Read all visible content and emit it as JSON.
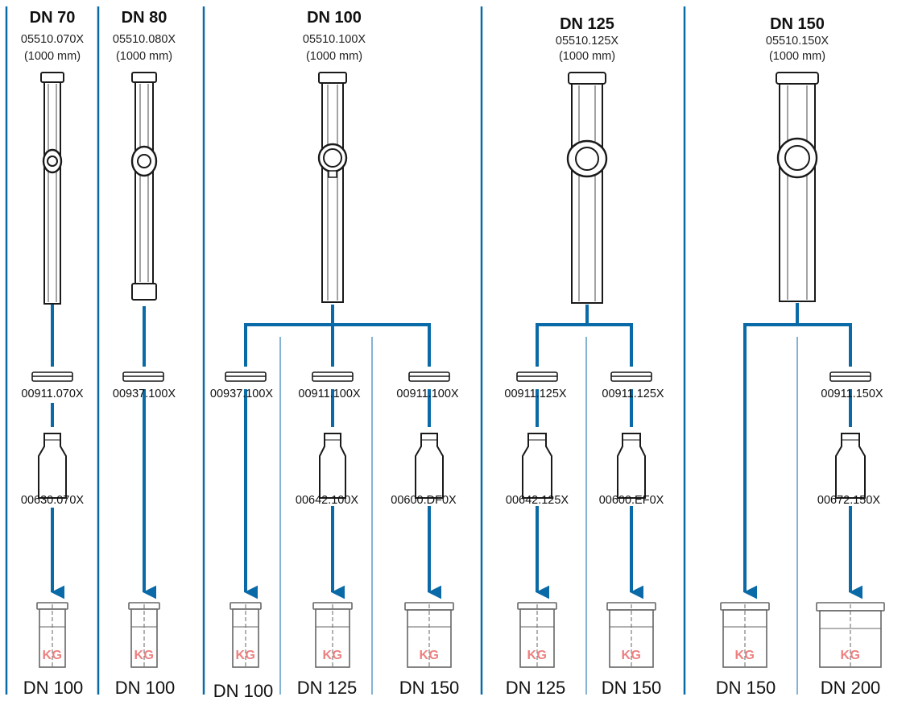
{
  "columns": [
    {
      "title": "DN 70",
      "code": "05510.070X",
      "length": "(1000 mm)"
    },
    {
      "title": "DN 80",
      "code": "05510.080X",
      "length": "(1000 mm)"
    },
    {
      "title": "DN 100",
      "code": "05510.100X",
      "length": "(1000 mm)"
    },
    {
      "title": "DN 125",
      "code": "05510.125X",
      "length": "(1000 mm)"
    },
    {
      "title": "DN 150",
      "code": "05510.150X",
      "length": "(1000 mm)"
    }
  ],
  "branches": [
    {
      "nipple": "00911.070X",
      "reducer": "00630.070X",
      "kg": "KG",
      "dn": "DN 100"
    },
    {
      "nipple": "00937.100X",
      "reducer": "",
      "kg": "KG",
      "dn": "DN 100"
    },
    {
      "nipple": "00937.100X",
      "reducer": "",
      "kg": "KG",
      "dn": "DN 100"
    },
    {
      "nipple": "00911.100X",
      "reducer": "00642.100X",
      "kg": "KG",
      "dn": "DN 125"
    },
    {
      "nipple": "00911.100X",
      "reducer": "00600.DF0X",
      "kg": "KG",
      "dn": "DN 150"
    },
    {
      "nipple": "00911.125X",
      "reducer": "00642.125X",
      "kg": "KG",
      "dn": "DN 125"
    },
    {
      "nipple": "00911.125X",
      "reducer": "00600.EF0X",
      "kg": "KG",
      "dn": "DN 150"
    },
    {
      "nipple": "",
      "reducer": "",
      "kg": "KG",
      "dn": "DN 150"
    },
    {
      "nipple": "00911.150X",
      "reducer": "00672.150X",
      "kg": "KG",
      "dn": "DN 200"
    }
  ],
  "colors": {
    "flow": "#0a6aa8",
    "kg": "#ee8080",
    "outline": "#1a1a1a"
  }
}
